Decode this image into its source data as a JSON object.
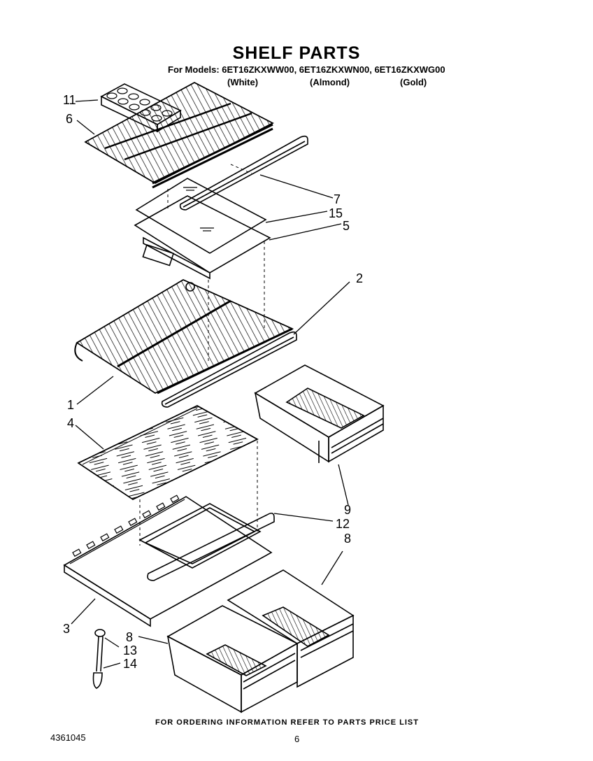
{
  "header": {
    "title": "SHELF PARTS",
    "models_line": "For Models: 6ET16ZKXWW00, 6ET16ZKXWN00, 6ET16ZKXWG00",
    "variants": [
      "(White)",
      "(Almond)",
      "(Gold)"
    ]
  },
  "callouts": [
    "11",
    "6",
    "7",
    "15",
    "5",
    "2",
    "1",
    "4",
    "9",
    "12",
    "8",
    "3",
    "8",
    "13",
    "14"
  ],
  "footer": {
    "ordering_note": "FOR ORDERING INFORMATION REFER TO PARTS PRICE LIST",
    "document_number": "4361045",
    "page_number": "6"
  }
}
